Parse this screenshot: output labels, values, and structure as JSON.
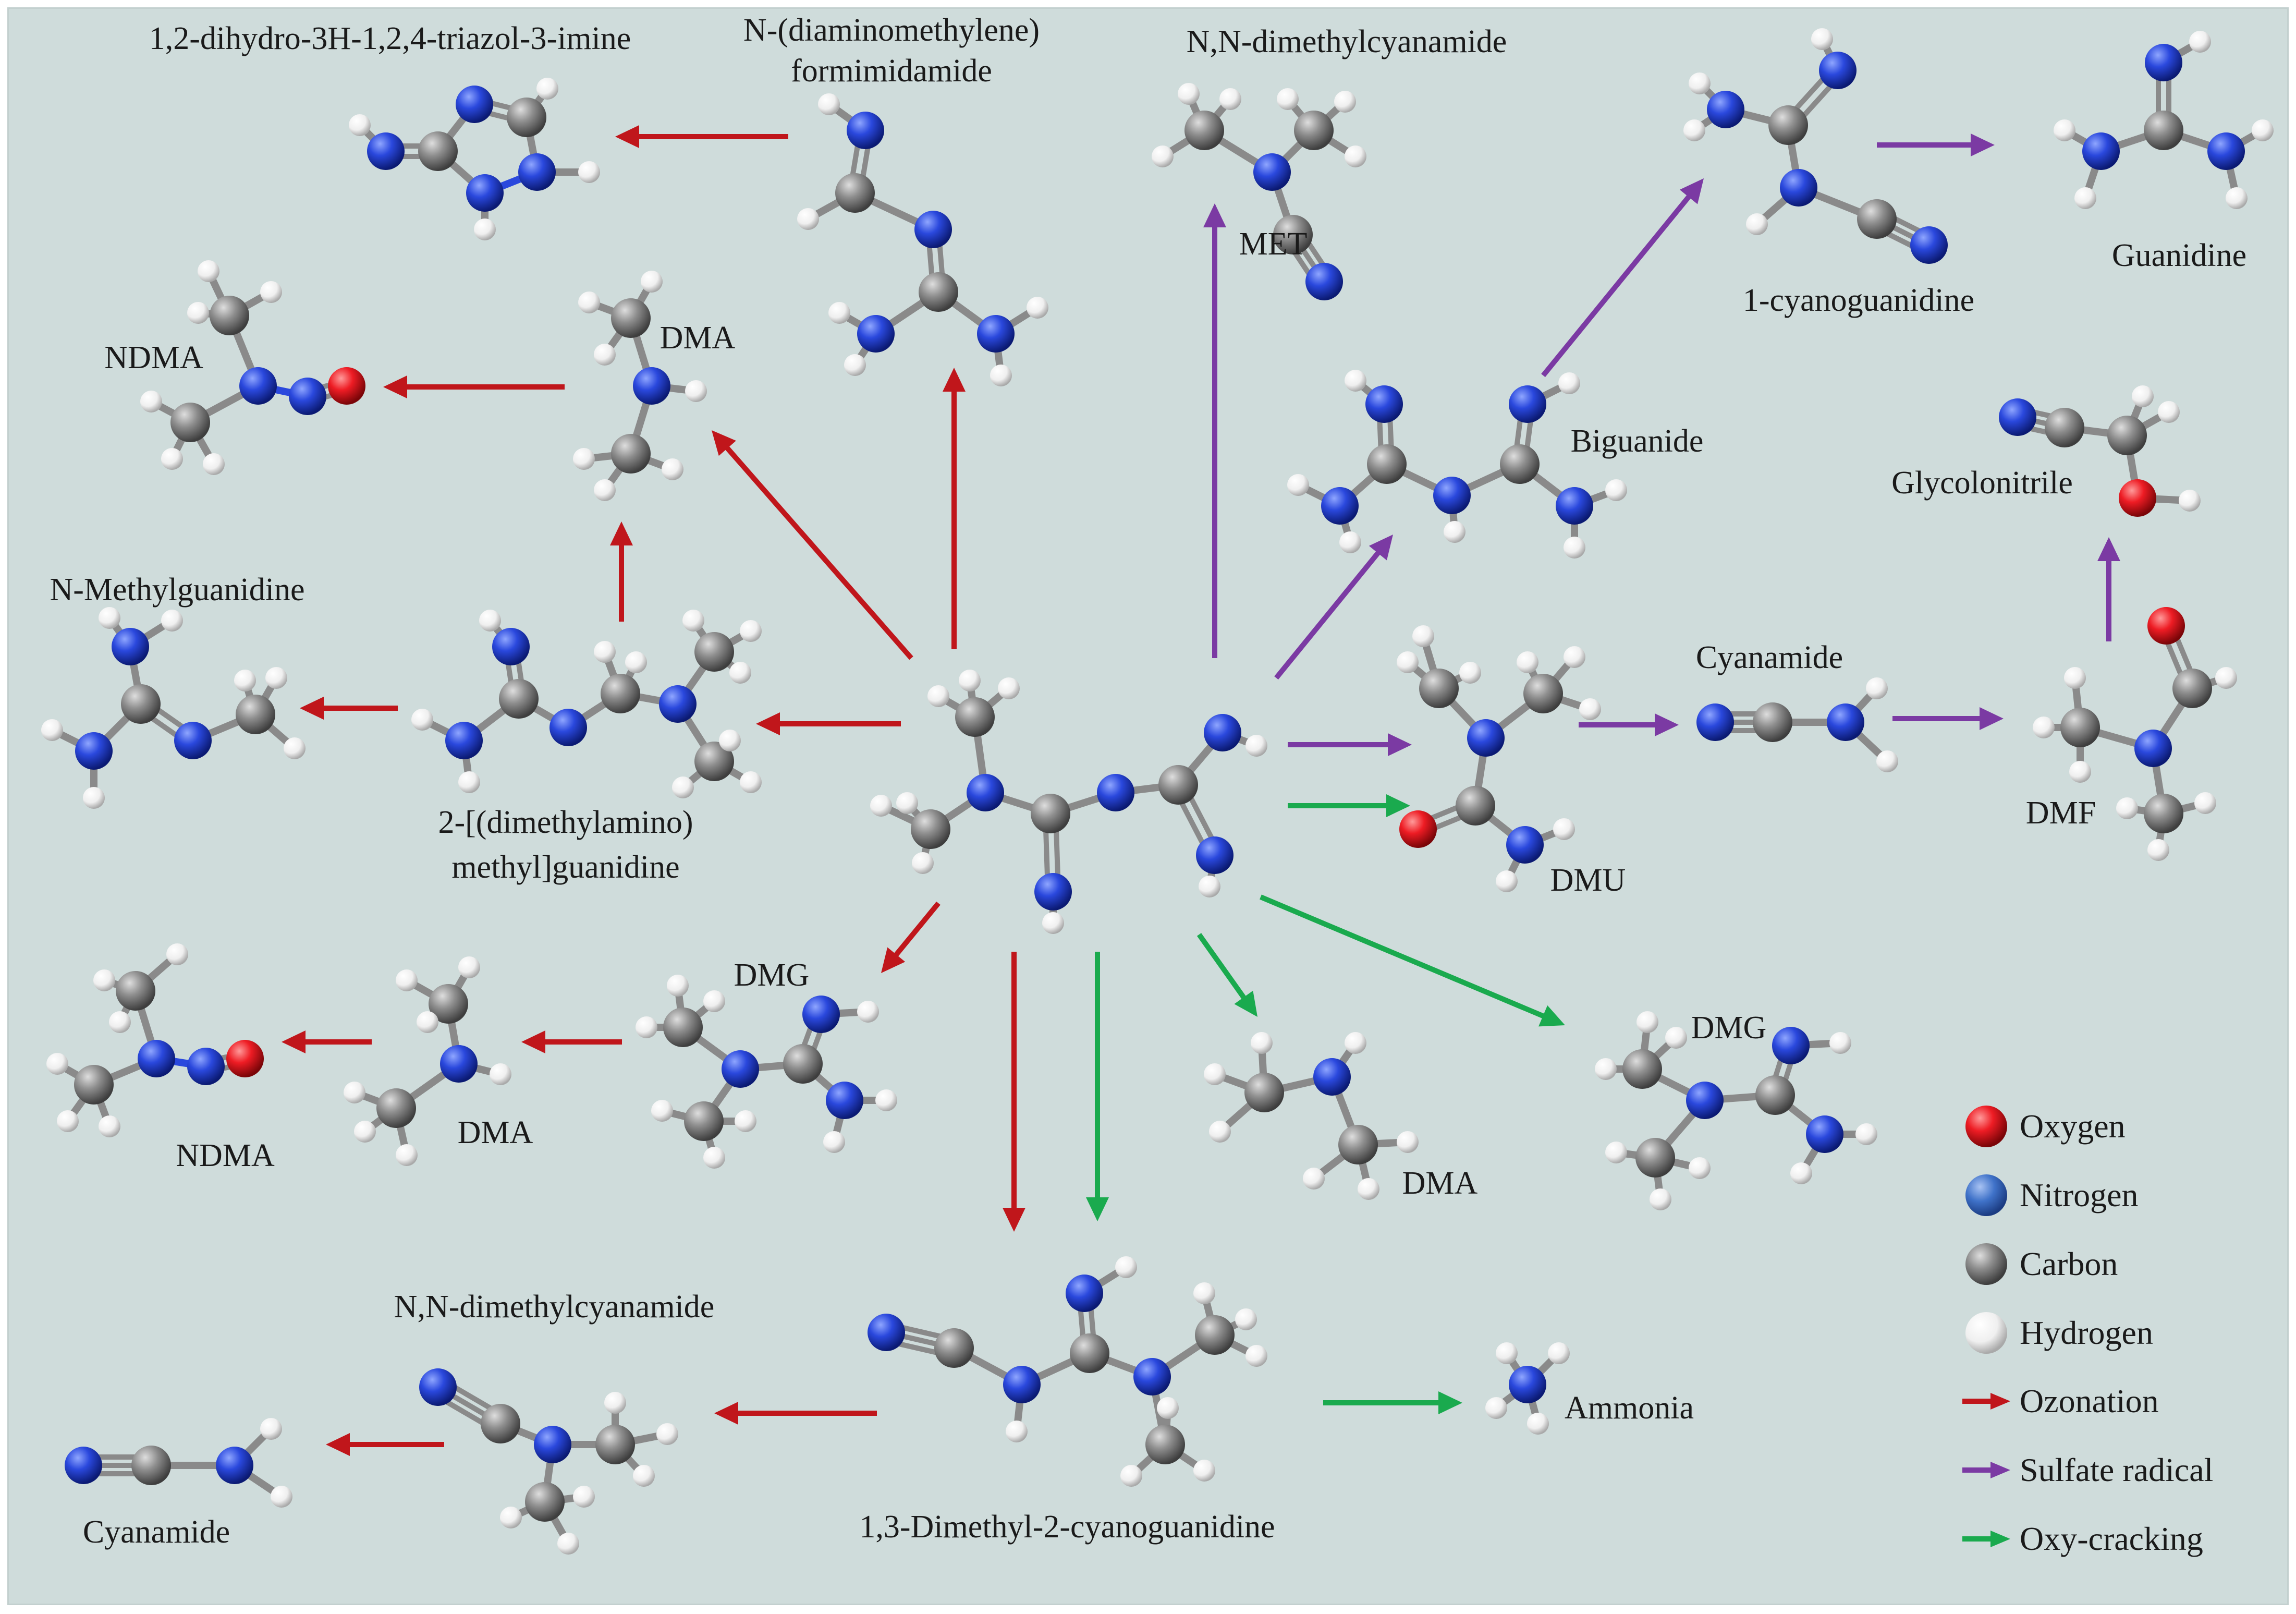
{
  "figure": {
    "center_label": "MET"
  },
  "labels": {
    "triazol_imine": "1,2-dihydro-3H-1,2,4-triazol-3-imine",
    "formimidamide_l1": "N-(diaminomethylene)",
    "formimidamide_l2": "formimidamide",
    "dimethylcyanamide_top": "N,N-dimethylcyanamide",
    "cyanoguanidine_1": "1-cyanoguanidine",
    "guanidine": "Guanidine",
    "ndma_top": "NDMA",
    "dma_top": "DMA",
    "biguanide": "Biguanide",
    "glycolonitrile": "Glycolonitrile",
    "n_methylguanidine": "N-Methylguanidine",
    "dmamg_l1": "2-[(dimethylamino)",
    "dmamg_l2": "methyl]guanidine",
    "cyanamide_right": "Cyanamide",
    "dmf": "DMF",
    "dmu": "DMU",
    "dmg_left": "DMG",
    "dmg_right": "DMG",
    "ndma_bottom": "NDMA",
    "dma_bottom_left": "DMA",
    "dma_bottom_mid": "DMA",
    "dimethylcyanamide_bottom": "N,N-dimethylcyanamide",
    "cyanamide_bottom": "Cyanamide",
    "dimethyl_cyanoguanidine": "1,3-Dimethyl-2-cyanoguanidine",
    "ammonia": "Ammonia"
  },
  "legend": {
    "oxygen": "Oxygen",
    "nitrogen": "Nitrogen",
    "carbon": "Carbon",
    "hydrogen": "Hydrogen",
    "ozonation": "Ozonation",
    "sulfate_radical": "Sulfate radical",
    "oxy_cracking": "Oxy-cracking"
  },
  "colors": {
    "ozonation": "#c0161b",
    "sulfate_radical": "#7b3aa3",
    "oxy_cracking": "#1aaa4e",
    "oxygen": "#e8141e",
    "nitrogen": "#2946d8",
    "carbon": "#8c8c8c",
    "hydrogen": "#f2f2f2",
    "background": "#cfdcdb"
  }
}
